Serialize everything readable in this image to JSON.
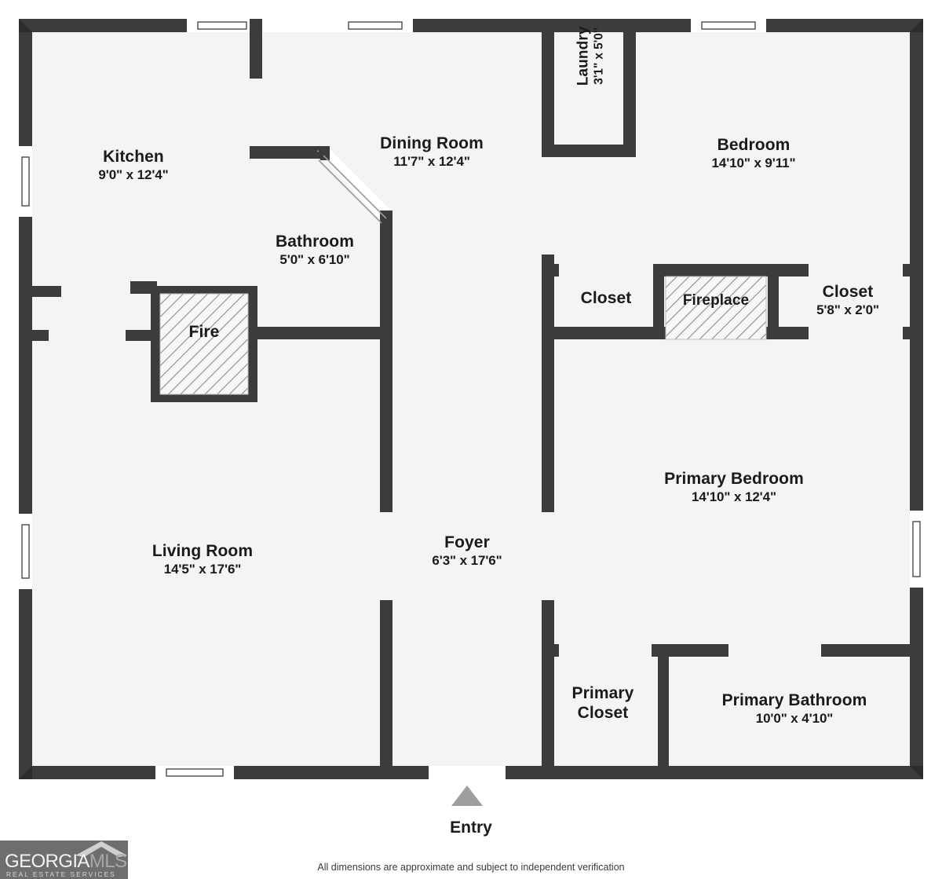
{
  "document": {
    "type": "floor-plan",
    "disclaimer": "All dimensions are approximate and subject to independent verification"
  },
  "logo": {
    "word1": "GEORGIA",
    "word2": "MLS",
    "tagline": "REAL ESTATE SERVICES",
    "background_color": "#6e6e6e"
  },
  "entry": {
    "label": "Entry",
    "marker_color": "#9e9e9e"
  },
  "colors": {
    "wall": "#3a3c3d",
    "floor": "#f4f4f4",
    "background": "#ffffff",
    "text": "#1a1a1a",
    "hatch": "#8a8a8a",
    "window": "#ffffff"
  },
  "rooms": [
    {
      "id": "kitchen",
      "name": "Kitchen",
      "dims": "9'0\" x 12'4\""
    },
    {
      "id": "dining-room",
      "name": "Dining Room",
      "dims": "11'7\" x 12'4\""
    },
    {
      "id": "laundry",
      "name": "Laundry",
      "dims": "3'1\" x 5'0\""
    },
    {
      "id": "bedroom",
      "name": "Bedroom",
      "dims": "14'10\" x 9'11\""
    },
    {
      "id": "bathroom",
      "name": "Bathroom",
      "dims": "5'0\" x 6'10\""
    },
    {
      "id": "fire",
      "name": "Fire",
      "dims": ""
    },
    {
      "id": "closet-left",
      "name": "Closet",
      "dims": ""
    },
    {
      "id": "fireplace",
      "name": "Fireplace",
      "dims": ""
    },
    {
      "id": "closet-right",
      "name": "Closet",
      "dims": "5'8\" x 2'0\""
    },
    {
      "id": "living-room",
      "name": "Living Room",
      "dims": "14'5\" x 17'6\""
    },
    {
      "id": "foyer",
      "name": "Foyer",
      "dims": "6'3\" x 17'6\""
    },
    {
      "id": "primary-bedroom",
      "name": "Primary Bedroom",
      "dims": "14'10\" x 12'4\""
    },
    {
      "id": "primary-closet",
      "name": "Primary Closet",
      "dims": ""
    },
    {
      "id": "primary-bathroom",
      "name": "Primary Bathroom",
      "dims": "10'0\" x 4'10\""
    }
  ]
}
